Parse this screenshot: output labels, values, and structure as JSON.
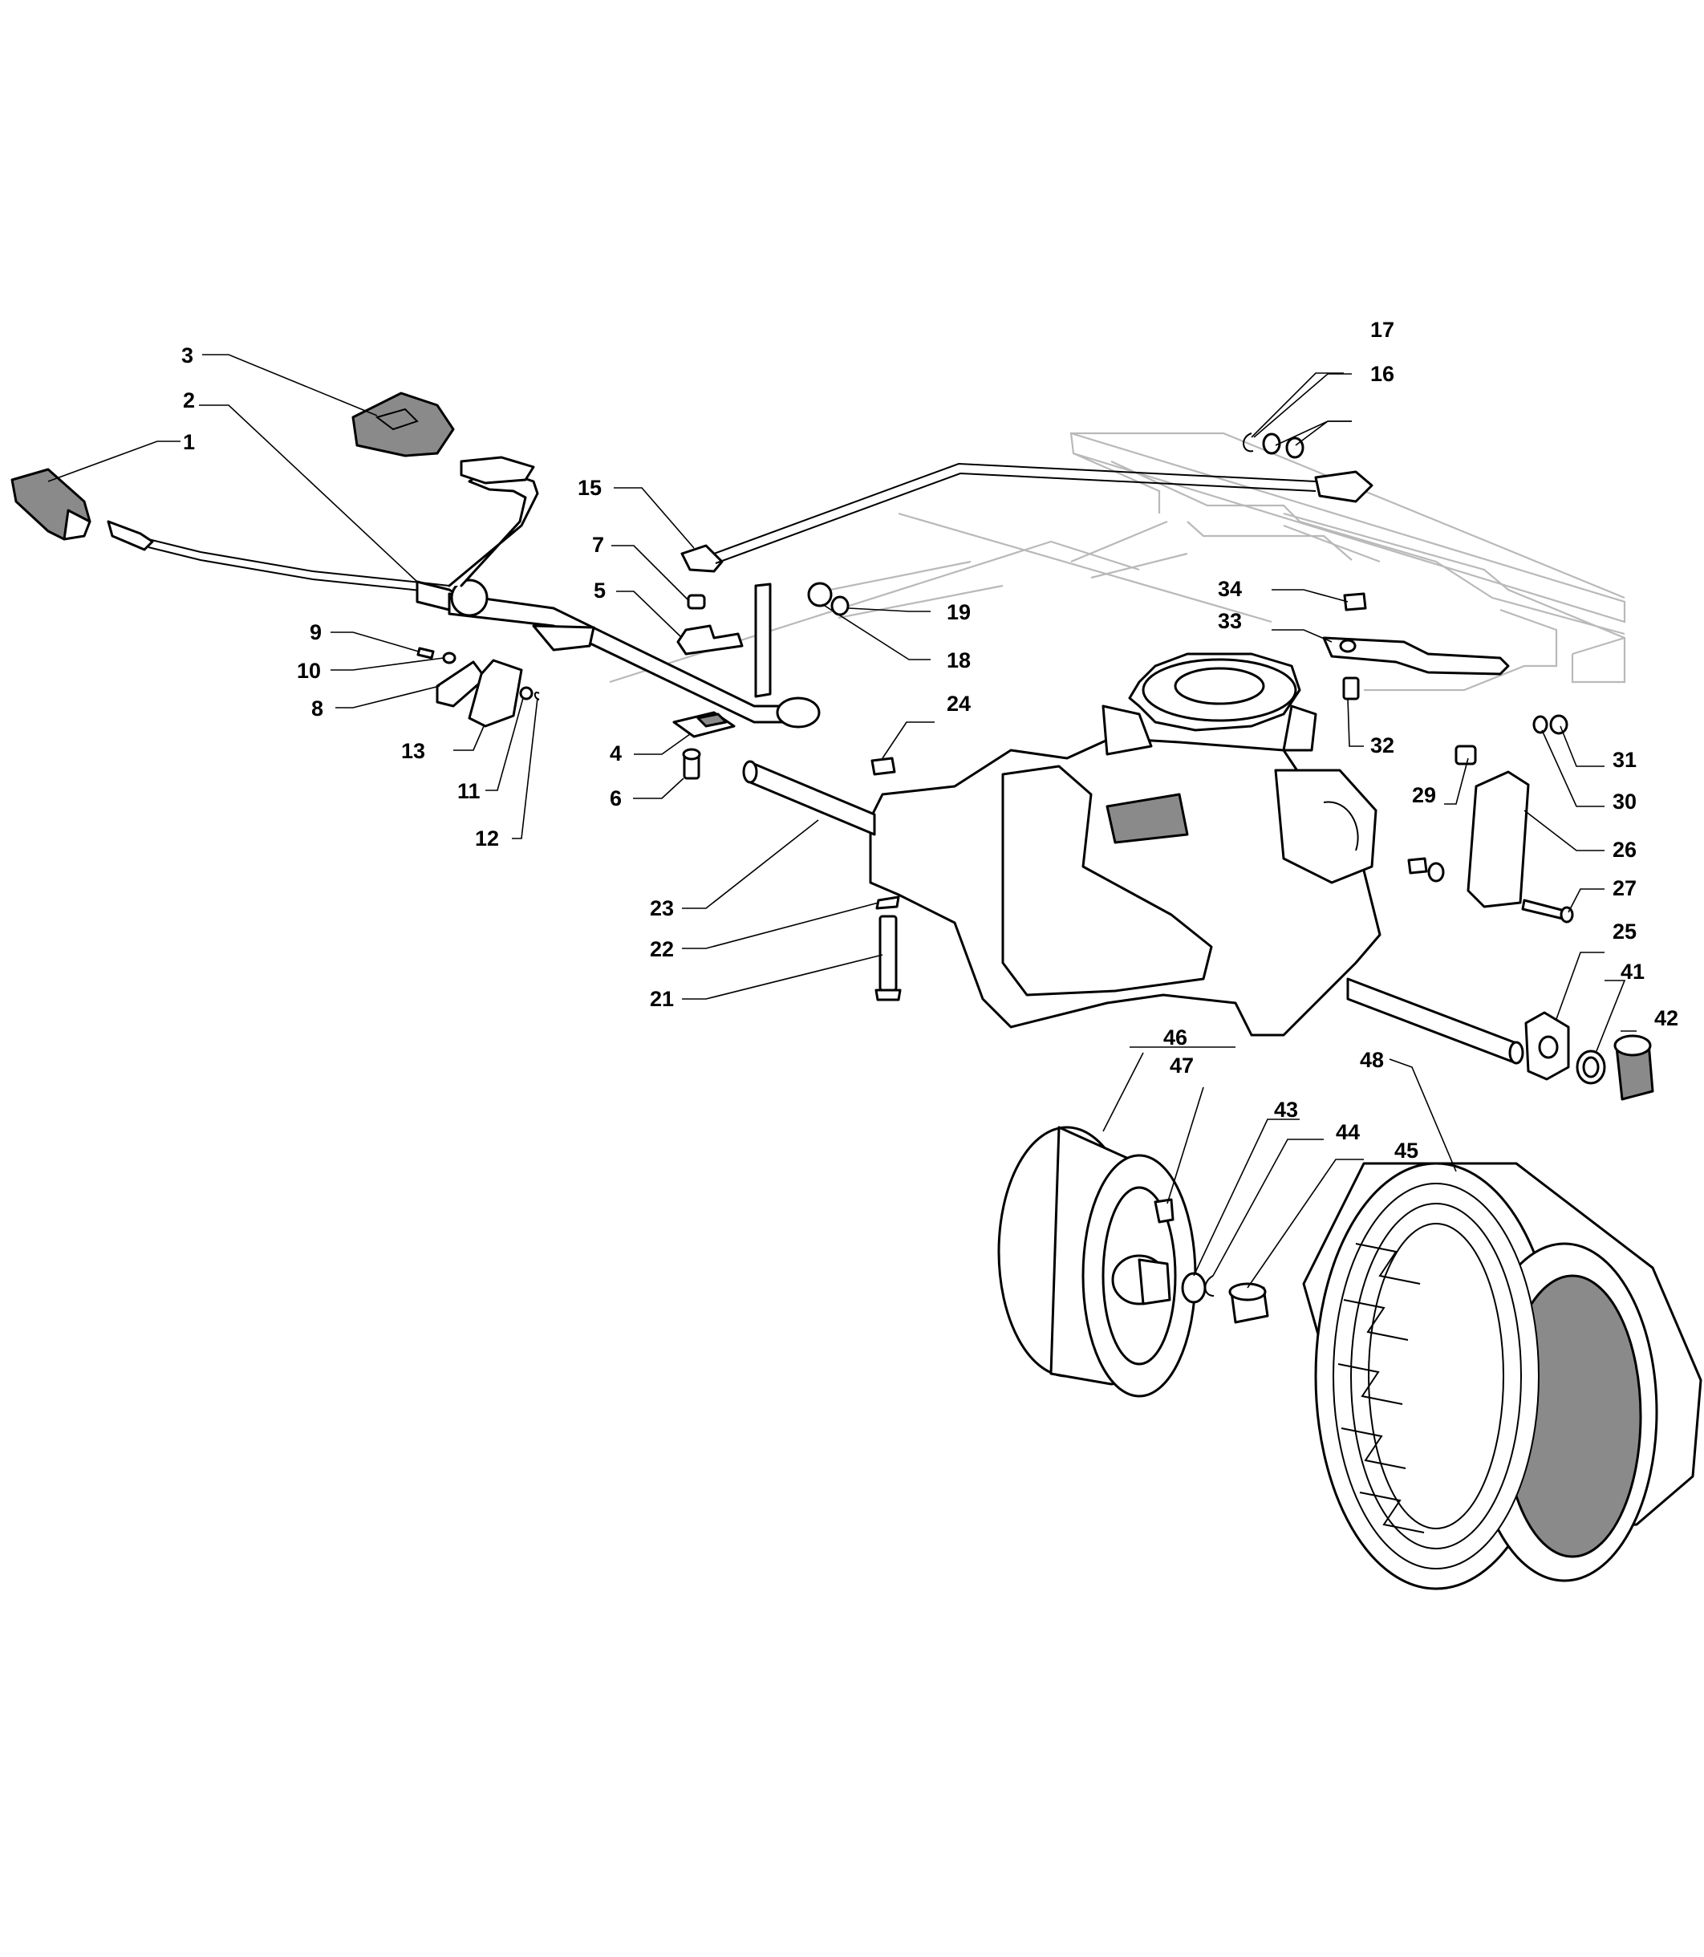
{
  "diagram": {
    "callouts": [
      {
        "id": "c1",
        "text": "1"
      },
      {
        "id": "c2",
        "text": "2"
      },
      {
        "id": "c3",
        "text": "3"
      },
      {
        "id": "c4",
        "text": "4"
      },
      {
        "id": "c5",
        "text": "5"
      },
      {
        "id": "c6",
        "text": "6"
      },
      {
        "id": "c7",
        "text": "7"
      },
      {
        "id": "c8",
        "text": "8"
      },
      {
        "id": "c9",
        "text": "9"
      },
      {
        "id": "c10",
        "text": "10"
      },
      {
        "id": "c11",
        "text": "11"
      },
      {
        "id": "c12",
        "text": "12"
      },
      {
        "id": "c13",
        "text": "13"
      },
      {
        "id": "c15",
        "text": "15"
      },
      {
        "id": "c16",
        "text": "16"
      },
      {
        "id": "c17",
        "text": "17"
      },
      {
        "id": "c18",
        "text": "18"
      },
      {
        "id": "c19",
        "text": "19"
      },
      {
        "id": "c21",
        "text": "21"
      },
      {
        "id": "c22",
        "text": "22"
      },
      {
        "id": "c23",
        "text": "23"
      },
      {
        "id": "c24",
        "text": "24"
      },
      {
        "id": "c25",
        "text": "25"
      },
      {
        "id": "c26",
        "text": "26"
      },
      {
        "id": "c27",
        "text": "27"
      },
      {
        "id": "c29",
        "text": "29"
      },
      {
        "id": "c30",
        "text": "30"
      },
      {
        "id": "c31",
        "text": "31"
      },
      {
        "id": "c32",
        "text": "32"
      },
      {
        "id": "c33",
        "text": "33"
      },
      {
        "id": "c34",
        "text": "34"
      },
      {
        "id": "c41",
        "text": "41"
      },
      {
        "id": "c42",
        "text": "42"
      },
      {
        "id": "c43",
        "text": "43"
      },
      {
        "id": "c44",
        "text": "44"
      },
      {
        "id": "c45",
        "text": "45"
      },
      {
        "id": "c46",
        "text": "46"
      },
      {
        "id": "c47",
        "text": "47"
      },
      {
        "id": "c48",
        "text": "48"
      }
    ]
  }
}
